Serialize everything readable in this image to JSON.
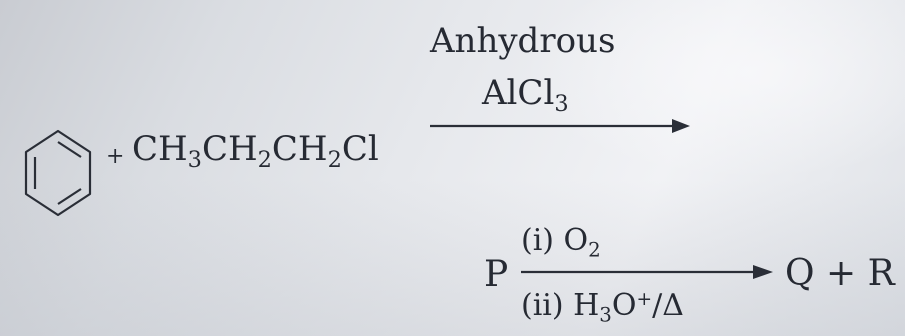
{
  "reaction1": {
    "reagent_line1": "Anhydrous",
    "reagent_line2": "AlCl",
    "reagent_line2_sub": "3",
    "plus": "+",
    "reactant": [
      {
        "t": "CH"
      },
      {
        "s": "3"
      },
      {
        "t": "CH"
      },
      {
        "s": "2"
      },
      {
        "t": "CH"
      },
      {
        "s": "2"
      },
      {
        "t": "Cl"
      }
    ],
    "benzene_icon": "benzene-ring-icon",
    "arrow_icon": "right-arrow-icon"
  },
  "reaction2": {
    "reactant": "P",
    "condition_i_prefix": "(i) O",
    "condition_i_sub": "2",
    "condition_ii_prefix": "(ii) H",
    "condition_ii_sub": "3",
    "condition_ii_mid": "O",
    "condition_ii_sup": "+",
    "condition_ii_suffix": "/Δ",
    "products": "Q + R",
    "arrow_icon": "right-arrow-icon"
  },
  "colors": {
    "ink": "#262a33",
    "background": "#e6e8ec"
  }
}
